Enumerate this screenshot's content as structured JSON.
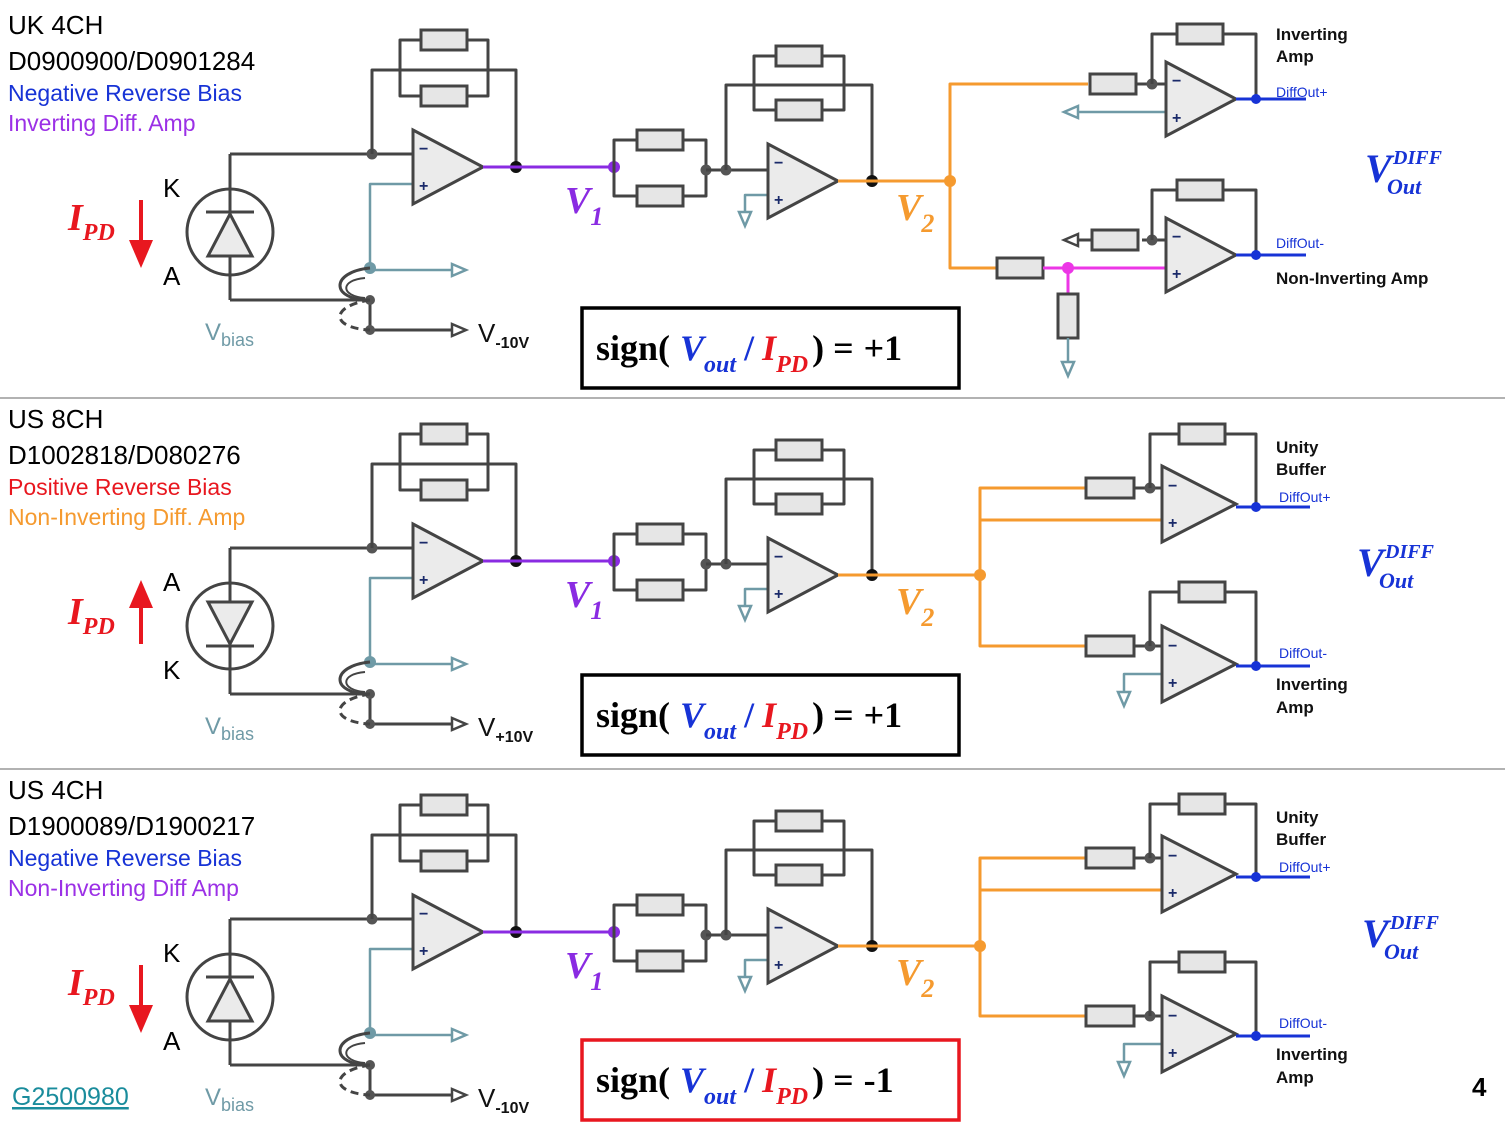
{
  "colors": {
    "wire": "#444444",
    "teal": "#6f9aa6",
    "purple": "#8a2be2",
    "orange": "#f59a2f",
    "magenta": "#ec36e6",
    "blue": "#1733d6",
    "red": "#e8171f",
    "resFill": "#e6e6e6",
    "opFill": "#ebebeb"
  },
  "amp_labels": {
    "minus": "−",
    "plus": "+"
  },
  "rows": [
    {
      "title": "UK 4CH",
      "code": "D0900900/D0901284",
      "bias_text": "Negative Reverse Bias",
      "bias_color": "#1733d6",
      "amp_text": "Inverting Diff. Amp",
      "amp_color": "#9b30e6",
      "top_pin": "K",
      "bottom_pin": "A",
      "current_dir": "down",
      "ipd_main": "I",
      "ipd_sub": "PD",
      "vbias_main": "V",
      "vbias_sub": "bias",
      "rail_main": "V",
      "rail_sub": "-10V",
      "v1_main": "V",
      "v1_sub": "1",
      "v2_main": "V",
      "v2_sub": "2",
      "sign": {
        "prefix": "sign(",
        "vout": "V",
        "vout_sub": "out",
        "slash": "/",
        "ipd": "I",
        "ipd_sub": "PD",
        "suffix": ") =",
        "value": "+1",
        "border": "#000000"
      },
      "out_top": {
        "label": "DiffOut+",
        "note1": "Inverting",
        "note2": "Amp"
      },
      "out_bot": {
        "label": "DiffOut-",
        "note1": "Non-Inverting Amp",
        "note2": ""
      },
      "vdiff": {
        "main": "V",
        "sup": "DIFF",
        "sub": "Out"
      }
    },
    {
      "title": "US 8CH",
      "code": "D1002818/D080276",
      "bias_text": "Positive Reverse Bias",
      "bias_color": "#e8171f",
      "amp_text": "Non-Inverting Diff. Amp",
      "amp_color": "#f59a2f",
      "top_pin": "A",
      "bottom_pin": "K",
      "current_dir": "up",
      "ipd_main": "I",
      "ipd_sub": "PD",
      "vbias_main": "V",
      "vbias_sub": "bias",
      "rail_main": "V",
      "rail_sub": "+10V",
      "v1_main": "V",
      "v1_sub": "1",
      "v2_main": "V",
      "v2_sub": "2",
      "sign": {
        "prefix": "sign(",
        "vout": "V",
        "vout_sub": "out",
        "slash": "/",
        "ipd": "I",
        "ipd_sub": "PD",
        "suffix": ") =",
        "value": "+1",
        "border": "#000000"
      },
      "out_top": {
        "label": "DiffOut+",
        "note1": "Unity",
        "note2": "Buffer"
      },
      "out_bot": {
        "label": "DiffOut-",
        "note1": "Inverting",
        "note2": "Amp"
      },
      "vdiff": {
        "main": "V",
        "sup": "DIFF",
        "sub": "Out"
      }
    },
    {
      "title": "US 4CH",
      "code": "D1900089/D1900217",
      "bias_text": "Negative Reverse Bias",
      "bias_color": "#1733d6",
      "amp_text": "Non-Inverting Diff Amp",
      "amp_color": "#9b30e6",
      "top_pin": "K",
      "bottom_pin": "A",
      "current_dir": "down",
      "ipd_main": "I",
      "ipd_sub": "PD",
      "vbias_main": "V",
      "vbias_sub": "bias",
      "rail_main": "V",
      "rail_sub": "-10V",
      "v1_main": "V",
      "v1_sub": "1",
      "v2_main": "V",
      "v2_sub": "2",
      "sign": {
        "prefix": "sign(",
        "vout": "V",
        "vout_sub": "out",
        "slash": "/",
        "ipd": "I",
        "ipd_sub": "PD",
        "suffix": ") =",
        "value": "-1",
        "border": "#e8171f"
      },
      "out_top": {
        "label": "DiffOut+",
        "note1": "Unity",
        "note2": "Buffer"
      },
      "out_bot": {
        "label": "DiffOut-",
        "note1": "Inverting",
        "note2": "Amp"
      },
      "vdiff": {
        "main": "V",
        "sup": "DIFF",
        "sub": "Out"
      }
    }
  ],
  "footer": {
    "link": "G2500980",
    "page": "4"
  }
}
